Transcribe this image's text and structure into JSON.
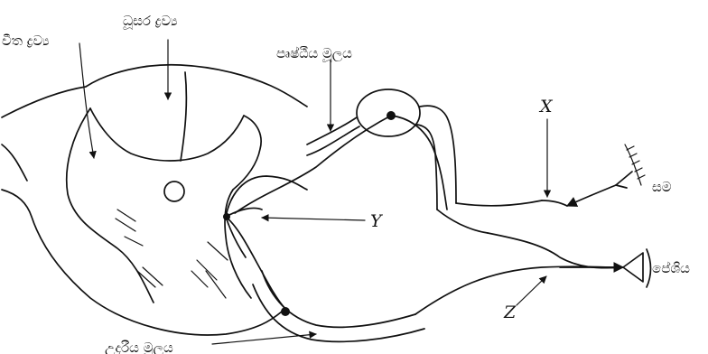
{
  "labels": {
    "white_matter": "වීත ද්‍රව්‍ය",
    "grey_matter": "ධූසර ද්‍රව්‍ය",
    "dorsal_root": "පෘෂ්ඨීය මූලය",
    "ventral_root": "උදරීය මූලය",
    "skin": "සම",
    "muscle": "පේශිය",
    "x": "X",
    "y": "Y",
    "z": "Z"
  }
}
